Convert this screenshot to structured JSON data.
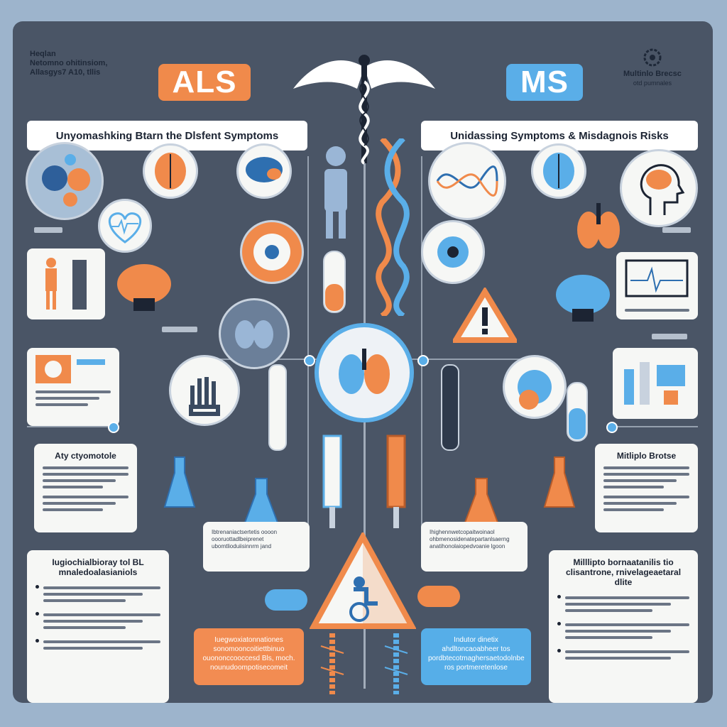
{
  "header": {
    "top_left_note": [
      "Heqlan",
      "Netomno ohitinsiom,",
      "Allasgys7 A10, tllis"
    ],
    "top_right_logo": "Multinlo Brecsc",
    "top_right_sub": "otd pumnales"
  },
  "left": {
    "badge": "ALS",
    "subtitle": "Unyomashking Btarn the Dlsfent Symptoms",
    "card1_title": "Aty ctyomotole",
    "card2_title": "Iugiochialbioray tol BL mnaledoalasianiols",
    "orange_box": "Iuegwoxiatonnationes sonomooncoitiettbinuo ouononccooccesd Bls, moch. nounudoompotisecomeit"
  },
  "right": {
    "badge": "MS",
    "subtitle": "Unidassing Symptoms & Misdagnois Risks",
    "card1_title": "Mitliplo Brotse",
    "card2_title": "Milllipto bornaatanilis tio clisantrone, rnivelageaetaral dlite",
    "blue_box": "Indutor dinetix ahdltoncaoabheer tos pordbtecotmaghersaetodolnbe ros portmeretenlose"
  },
  "center": {
    "note_left": "Ibtrenaniactsertetis oooon oooruottadlbeiprenet ubomtlioduiisinnrm jand",
    "note_right": "Ihighennwetcopaitwoinaol ohbmenosidenatepartanlsaerng anatihonolaiopedvoanie lgoon"
  },
  "colors": {
    "als_accent": "#f08a4b",
    "ms_accent": "#5aaee8",
    "board": "#4a5566",
    "background": "#9db4cc"
  },
  "icons": [
    "caduceus-icon",
    "brain-icon",
    "lungs-icon",
    "warning-icon",
    "dna-icon",
    "test-tube-icon",
    "flask-icon",
    "syringe-icon",
    "heart-icon",
    "human-figure-icon",
    "wheelchair-warning-icon",
    "capsule-icon"
  ]
}
